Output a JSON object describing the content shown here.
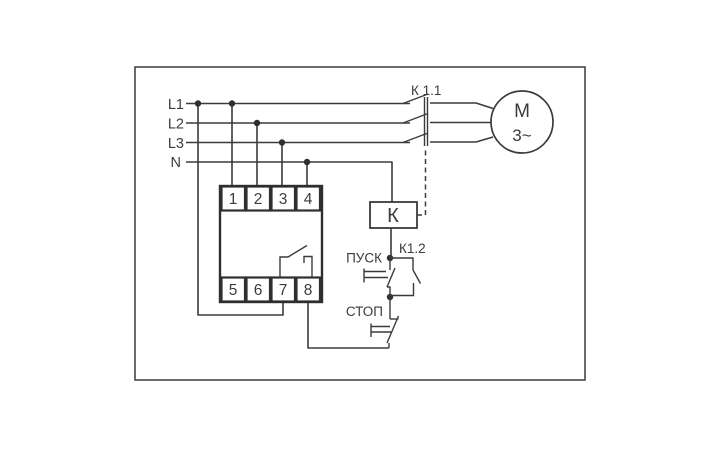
{
  "schematic": {
    "phase_labels": [
      "L1",
      "L2",
      "L3",
      "N"
    ],
    "terminals_top": [
      "1",
      "2",
      "3",
      "4"
    ],
    "terminals_bottom": [
      "5",
      "6",
      "7",
      "8"
    ],
    "contactor_main_label": "К 1.1",
    "coil_label": "К",
    "aux_contact_label": "К1.2",
    "start_button_label": "ПУСК",
    "stop_button_label": "СТОП",
    "motor_label": "M",
    "motor_type_label": "3~",
    "colors": {
      "line": "#3b3b3b",
      "background": "#ffffff"
    }
  }
}
